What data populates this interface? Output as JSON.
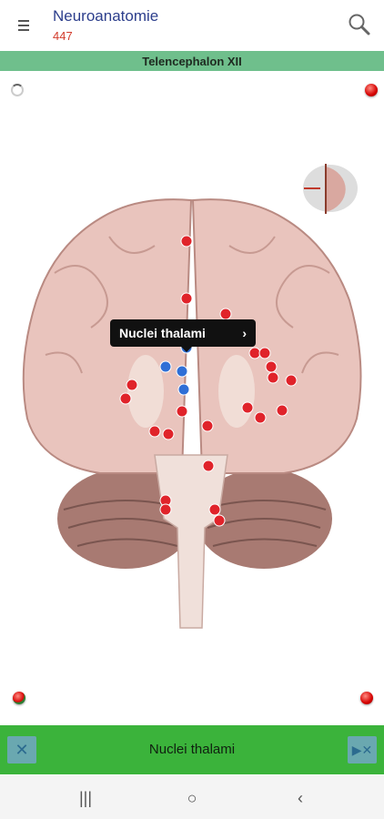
{
  "header": {
    "title": "Neuroanatomie",
    "count": "447",
    "menu_icon": "menu-icon",
    "search_icon": "search-icon"
  },
  "section": {
    "title": "Telencephalon XII"
  },
  "tooltip": {
    "label": "Nuclei thalami"
  },
  "bottom": {
    "label": "Nuclei thalami",
    "prev_icon": "close-icon",
    "next_icon": "next-icon"
  },
  "nav": {
    "recent": "|||",
    "home": "○",
    "back": "‹"
  },
  "colors": {
    "section_bar": "#6fbf8c",
    "bottom_bar": "#3bb33b",
    "title": "#2c3e8c",
    "count": "#d23b2b"
  }
}
